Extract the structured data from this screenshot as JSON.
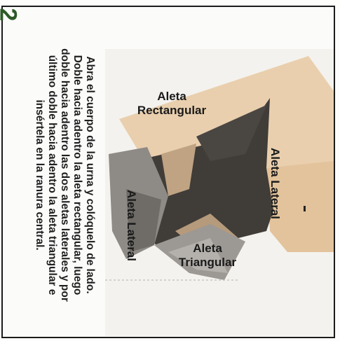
{
  "step": {
    "number": "2"
  },
  "instructions": {
    "lines": [
      "Abra el cuerpo de la urna y colóquelo de lado.",
      "Doble hacia adentro la aleta rectangular, luego",
      "doble hacia adentro las dos aletas laterales y por",
      "último doble hacia adentro la aleta triangular e",
      "insértela en la ranura central."
    ]
  },
  "labels": {
    "rectangular": "Aleta\nRectangular",
    "triangular": "Aleta\nTriangular",
    "lateral_right": "Aleta Lateral",
    "lateral_left": "Aleta Lateral"
  },
  "colors": {
    "step_green": "#2d5a27",
    "card_tan": "#e8cba6",
    "box_dark": "#3e3a36"
  }
}
